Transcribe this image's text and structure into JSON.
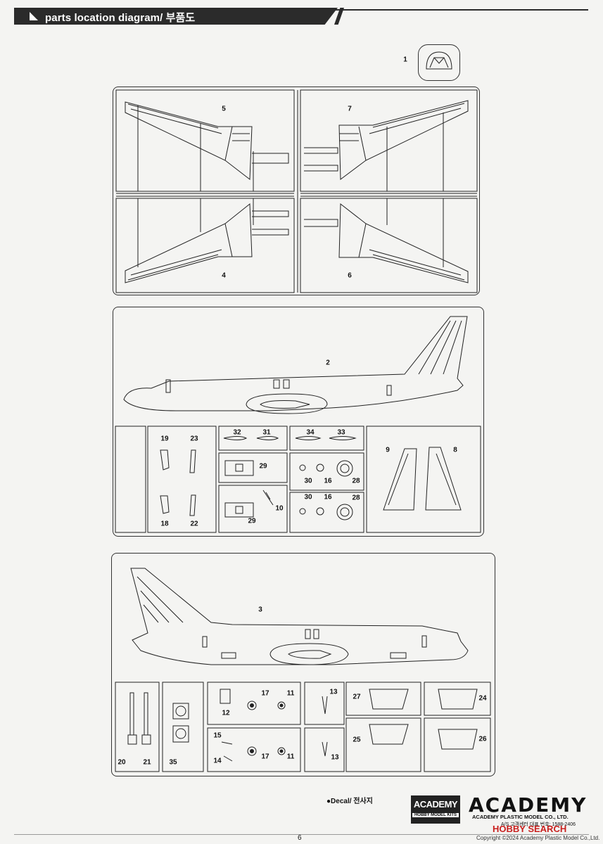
{
  "header": {
    "title": "parts location diagram/ 부품도"
  },
  "labels": [
    "1",
    "2",
    "3",
    "4",
    "5",
    "6",
    "7",
    "8",
    "9",
    "10",
    "11",
    "11",
    "12",
    "13",
    "13",
    "14",
    "15",
    "16",
    "16",
    "17",
    "17",
    "18",
    "19",
    "20",
    "21",
    "22",
    "23",
    "24",
    "25",
    "26",
    "27",
    "28",
    "28",
    "29",
    "29",
    "30",
    "30",
    "31",
    "32",
    "33",
    "34",
    "35"
  ],
  "decal": {
    "text": "●Decal/ 전사지"
  },
  "badge": {
    "top": "ACADEMY",
    "bottom": "HOBBY MODEL KITS"
  },
  "brand": {
    "name": "ACADEMY",
    "company": "ACADEMY PLASTIC MODEL CO., LTD.",
    "service": "A/S 고객센터 대표 번호: 1588-2406"
  },
  "footer": {
    "page": "6",
    "watermark": "HOBBY SEARCH",
    "copyright": "Copyright ©2024 Academy Plastic Model Co.,Ltd."
  }
}
